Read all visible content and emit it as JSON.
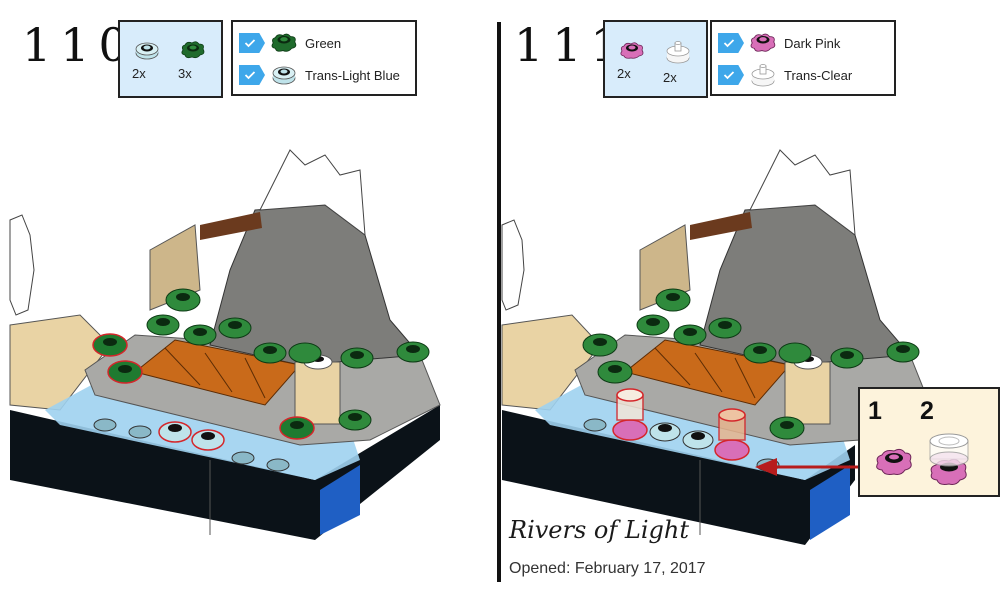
{
  "steps": [
    {
      "number": "110",
      "parts": [
        {
          "qty": "2x",
          "icon": "round-plate-trans-light-blue-icon"
        },
        {
          "qty": "3x",
          "icon": "flower-plate-green-icon"
        }
      ],
      "colors": [
        {
          "name": "Green",
          "checked": true,
          "icon": "flower-plate-green-icon"
        },
        {
          "name": "Trans-Light Blue",
          "checked": true,
          "icon": "round-plate-trans-light-blue-icon"
        }
      ]
    },
    {
      "number": "111",
      "parts": [
        {
          "qty": "2x",
          "icon": "flower-plate-dark-pink-icon"
        },
        {
          "qty": "2x",
          "icon": "round-brick-trans-clear-icon"
        }
      ],
      "colors": [
        {
          "name": "Dark Pink",
          "checked": true,
          "icon": "flower-plate-dark-pink-icon"
        },
        {
          "name": "Trans-Clear",
          "checked": true,
          "icon": "round-brick-trans-clear-icon"
        }
      ],
      "callout": {
        "sub_steps": [
          "1",
          "2"
        ]
      }
    }
  ],
  "footer": {
    "title": "Rivers of Light",
    "subtitle": "Opened: February 17, 2017"
  },
  "palette": {
    "parts_box_bg": "#d8ecfb",
    "check_blue": "#3ea7ea",
    "callout_bg": "#fdf3dc",
    "highlight_red": "#d4262a",
    "green": "#2f8a3c",
    "bright_green": "#4fae4a",
    "dark_pink": "#d86fb8",
    "trans_light_blue": "#bfe3ea",
    "stone_gray": "#7d7d7a",
    "tile_orange": "#c96a1a",
    "tan": "#e9d3a4",
    "water_blue": "#9fd1f0",
    "base_black": "#0b1218",
    "base_blue": "#1f5fc4"
  }
}
